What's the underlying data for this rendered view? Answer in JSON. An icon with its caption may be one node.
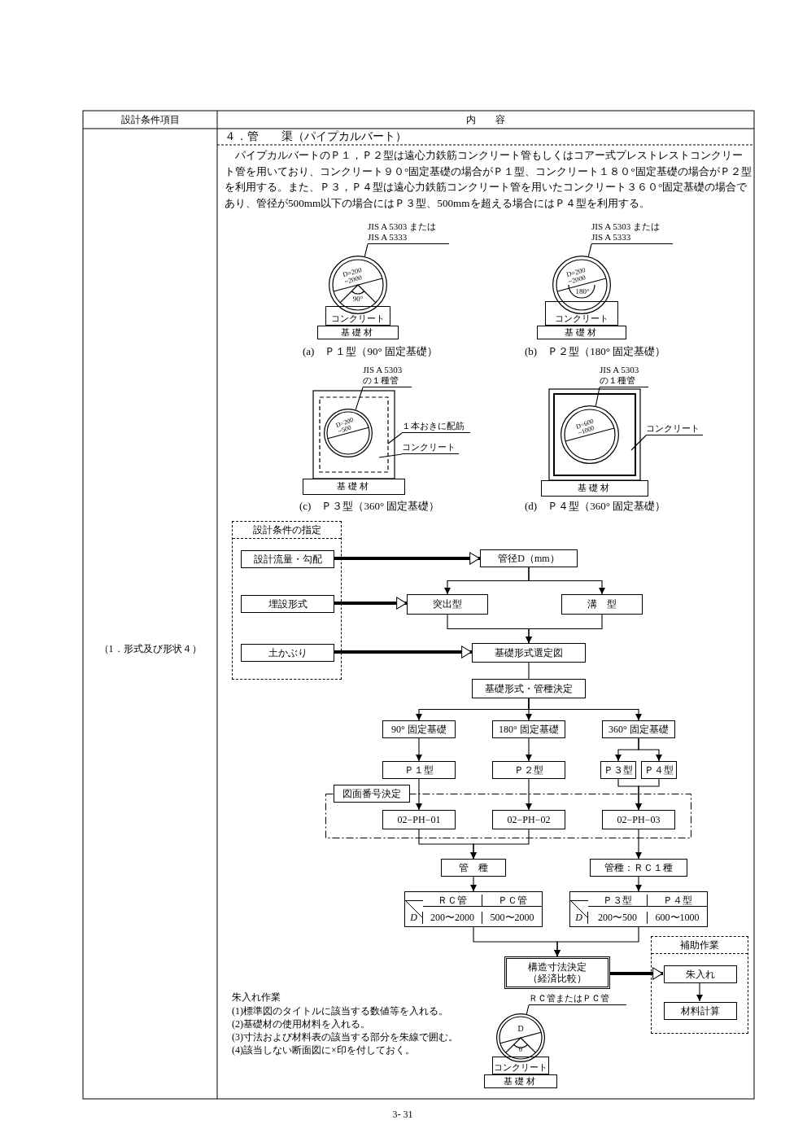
{
  "diagram": {
    "nodes": [
      {
        "text": [
          "JIS A 5303 または JIS A 5333"
        ]
      },
      {
        "text": [
          "コンクリート"
        ]
      },
      {
        "text": [
          "基礎材"
        ]
      },
      {
        "text": [
          "JIS A 5303 または JIS A 5333"
        ]
      },
      {
        "text": [
          "コンクリート"
        ]
      },
      {
        "text": [
          "基礎材"
        ]
      },
      {
        "text": [
          "JIS A 5303 の１種管"
        ]
      },
      {
        "text": [
          "１本おきに配筋"
        ]
      },
      {
        "text": [
          "コンクリート"
        ]
      },
      {
        "text": [
          "基礎材"
        ]
      },
      {
        "text": [
          "JIS A 5303 の１種管"
        ]
      },
      {
        "text": [
          "コンクリート"
        ]
      },
      {
        "text": [
          "基礎材"
        ]
      },
      {
        "text": [
          "設計条件の指定"
        ]
      },
      {
        "text": [
          "設計流量・勾配"
        ],
        "in": 13
      },
      {
        "text": [
          "管径D（mm）"
        ]
      },
      {
        "text": [
          "埋設形式"
        ],
        "in": 13
      },
      {
        "text": [
          "突出型"
        ]
      },
      {
        "text": [
          "溝　型"
        ]
      },
      {
        "text": [
          "土かぶり"
        ],
        "in": 13
      },
      {
        "text": [
          "基礎形式選定図"
        ]
      },
      {
        "text": [
          "基礎形式・管種決定"
        ]
      },
      {
        "text": [
          "90° 固定基礎"
        ]
      },
      {
        "text": [
          "180° 固定基礎"
        ]
      },
      {
        "text": [
          "360° 固定基礎"
        ]
      },
      {
        "text": [
          "Ｐ１型"
        ]
      },
      {
        "text": [
          "Ｐ２型"
        ]
      },
      {
        "text": [
          "Ｐ３型"
        ]
      },
      {
        "text": [
          "Ｐ４型"
        ]
      },
      {
        "text": [],
        "shape": "box"
      },
      {
        "text": [
          "02−PH−01"
        ],
        "in": 29
      },
      {
        "text": [
          "02−PH−02"
        ],
        "in": 29
      },
      {
        "text": [
          "02−PH−03"
        ],
        "in": 29
      },
      {
        "text": [
          "管　種"
        ]
      },
      {
        "text": [
          "管種：ＲＣ１種"
        ]
      },
      {
        "text": [
          "ＲＣ管",
          "ＰＣ管",
          "D",
          "200〜2000",
          "500〜2000"
        ]
      },
      {
        "text": [
          "Ｐ３型",
          "Ｐ４型",
          "D",
          "200〜500",
          "600〜1000"
        ]
      },
      {
        "text": [
          "構造寸法決定（経済比較）"
        ]
      },
      {
        "text": [
          "補助作業"
        ]
      },
      {
        "text": [
          "朱入れ"
        ],
        "in": 38
      },
      {
        "text": [
          "材料計算"
        ],
        "in": 38
      },
      {
        "text": [
          "ＲＣ管またはＰＣ管"
        ]
      },
      {
        "text": [
          "コンクリート"
        ]
      },
      {
        "text": [
          "基礎材"
        ]
      },
      {
        "text": [
          "図面番号決定"
        ]
      },
      {
        "text": [
          "D=200 ~2000",
          "90°"
        ]
      },
      {
        "text": [
          "D=200 ~2000",
          "180°"
        ]
      },
      {
        "text": [
          "D=200 ~500"
        ]
      },
      {
        "text": [
          "D=600 ~1000"
        ]
      },
      {
        "text": [
          "D",
          "θ"
        ]
      }
    ],
    "edges": [
      {
        "from": 14,
        "to": 15,
        "arrow": "to",
        "style": "thick"
      },
      {
        "from": 16,
        "to": 17,
        "arrow": "to",
        "style": "thick"
      },
      {
        "from": 19,
        "to": 20,
        "arrow": "to",
        "style": "thick"
      },
      {
        "from": 15,
        "to": 17,
        "arrow": "to"
      },
      {
        "from": 15,
        "to": 18,
        "arrow": "to"
      },
      {
        "from": 17,
        "to": 20,
        "arrow": "to"
      },
      {
        "from": 18,
        "to": 20,
        "arrow": "to"
      },
      {
        "from": 20,
        "to": 21,
        "arrow": "none"
      },
      {
        "from": 21,
        "to": 22,
        "arrow": "to"
      },
      {
        "from": 21,
        "to": 23,
        "arrow": "to"
      },
      {
        "from": 21,
        "to": 24,
        "arrow": "to"
      },
      {
        "from": 22,
        "to": 25,
        "arrow": "to"
      },
      {
        "from": 23,
        "to": 26,
        "arrow": "to"
      },
      {
        "from": 24,
        "to": 27,
        "arrow": "to"
      },
      {
        "from": 24,
        "to": 28,
        "arrow": "to"
      },
      {
        "from": 25,
        "to": 30,
        "arrow": "to"
      },
      {
        "from": 26,
        "to": 31,
        "arrow": "to"
      },
      {
        "from": 27,
        "to": 32,
        "arrow": "to"
      },
      {
        "from": 28,
        "to": 32,
        "arrow": "to"
      },
      {
        "from": 30,
        "to": 33,
        "arrow": "to"
      },
      {
        "from": 31,
        "to": 33,
        "arrow": "to"
      },
      {
        "from": 32,
        "to": 34,
        "arrow": "to"
      },
      {
        "from": 33,
        "to": 35,
        "arrow": "to"
      },
      {
        "from": 34,
        "to": 36,
        "arrow": "to"
      },
      {
        "from": 35,
        "to": 37,
        "arrow": "to"
      },
      {
        "from": 36,
        "to": 37,
        "arrow": "to"
      },
      {
        "from": 37,
        "to": 39,
        "arrow": "to",
        "style": "thick"
      },
      {
        "from": 39,
        "to": 40,
        "arrow": "to"
      },
      {
        "from": 0,
        "to": 45,
        "arrow": "none"
      },
      {
        "from": 3,
        "to": 46,
        "arrow": "none"
      },
      {
        "from": 6,
        "to": 47,
        "arrow": "none"
      },
      {
        "from": 7,
        "to": null,
        "arrow": "none"
      },
      {
        "from": 8,
        "to": null,
        "arrow": "none"
      },
      {
        "from": 10,
        "to": 48,
        "arrow": "none"
      },
      {
        "from": 11,
        "to": null,
        "arrow": "none"
      },
      {
        "from": 41,
        "to": 49,
        "arrow": "none"
      }
    ],
    "labels": [
      "設計条件項目",
      "内　　容",
      "４．管　　渠（パイプカルバート）",
      "パイプカルバートのＰ１，Ｐ２型は遠心力鉄筋コンクリート管もしくはコアー式プレストレストコンクリート管を用いており、コンクリート９０°固定基礎の場合がＰ１型、コンクリート１８０°固定基礎の場合がＰ２型を利用する。また、Ｐ３，Ｐ４型は遠心力鉄筋コンクリート管を用いたコンクリート３６０°固定基礎の場合であり、管径が500mm以下の場合にはＰ３型、500mmを超える場合にはＰ４型を利用する。",
      "（1．形式及び形状４）",
      "(a)　Ｐ１型（90° 固定基礎）",
      "(b)　Ｐ２型（180° 固定基礎）",
      "(c)　Ｐ３型（360° 固定基礎）",
      "(d)　Ｐ４型（360° 固定基礎）",
      "朱入れ作業",
      "(1)標準図のタイトルに該当する数値等を入れる。",
      "(2)基礎材の使用材料を入れる。",
      "(3)寸法および材料表の該当する部分を朱線で囲む。",
      "(4)該当しない断面図に×印を付しておく。",
      "3- 31"
    ]
  }
}
